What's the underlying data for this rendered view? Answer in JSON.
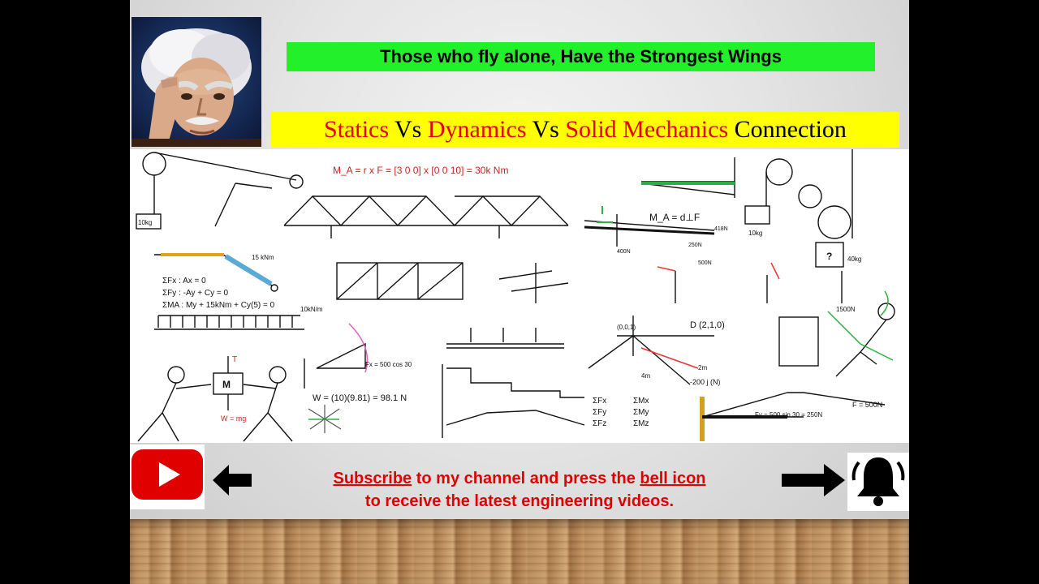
{
  "quote": "Those who fly alone, Have the Strongest Wings",
  "title": {
    "w1": "Statics",
    "v1": " Vs ",
    "w2": "Dynamics",
    "v2": " Vs ",
    "w3": "Solid Mechanics",
    "w4": " Connection"
  },
  "cta": {
    "subscribe": "Subscribe",
    "line1_mid": " to my channel and press the ",
    "bell": "bell icon",
    "line2": "to receive the latest engineering videos."
  },
  "board": {
    "moment_eq": "M_A = r x F = [3 0 0] x [0 0 10] = 30k Nm",
    "moment_def": "M_A = d⊥F",
    "eq1": "ΣFx : Ax = 0",
    "eq2": "ΣFy : -Ay + Cy = 0",
    "eq3": "ΣMA : My + 15kNm + Cy(5) = 0",
    "dist_load": "10kN/m",
    "weight_block": "10kg",
    "weight_eq": "W = (10)(9.81) = 98.1 N",
    "mass_block": "M",
    "w_mg": "W = mg",
    "tension": "T",
    "sumF_x": "ΣFx",
    "sumF_y": "ΣFy",
    "sumF_z": "ΣFz",
    "sumM_x": "ΣMx",
    "sumM_y": "ΣMy",
    "sumM_z": "ΣMz",
    "point_d": "D (2,1,0)",
    "origin": "(0,0,1)",
    "force_500": "F = 500N",
    "fy_eq": "Fy = 500 sin 30 = 250N",
    "fx_eq": "Fx = 500 cos 30",
    "pulley_mass": "10kg",
    "q_mark": "?",
    "mass_40kg": "40kg",
    "load_1500": "1500N",
    "force_neg200": "-200 j (N)",
    "dist_2m": "2m",
    "dist_4m": "4m",
    "kn15": "15 kNm",
    "load_400": "400N",
    "load_250": "250N",
    "load_500": "500N",
    "load_418": "418N"
  },
  "colors": {
    "quote_bg": "#22f02a",
    "title_bg": "#ffff00",
    "accent_red": "#e60000",
    "cta_red": "#e00000"
  },
  "icons": [
    "youtube-icon",
    "bell-icon",
    "arrow-left-icon",
    "arrow-right-icon"
  ]
}
